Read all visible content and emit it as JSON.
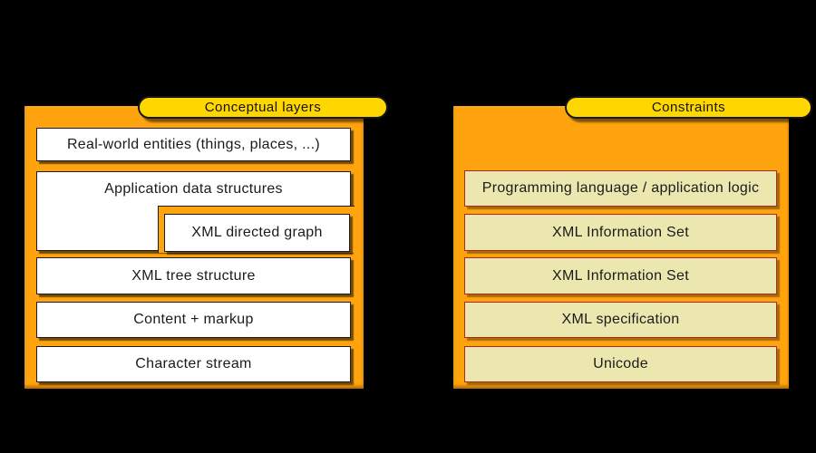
{
  "canvas": {
    "background": "#000000"
  },
  "colors": {
    "panel_orange": "#FFA40E",
    "tab_yellow": "#FFD700",
    "tab_border": "#161616",
    "layer_box_fill": "#FFFFFF",
    "layer_box_border": "#1C1C1C",
    "constraint_box_fill": "#ECE7AE",
    "constraint_box_border": "#A52A2A",
    "text": "#1B1B1B"
  },
  "left_panel": {
    "tab_label": "Conceptual layers",
    "boxes": [
      "Real-world entities (things, places, ...)",
      "Application data structures",
      "XML directed graph",
      "XML tree structure",
      "Content + markup",
      "Character stream"
    ]
  },
  "right_panel": {
    "tab_label": "Constraints",
    "boxes": [
      "Programming language / application logic",
      "XML Information Set",
      "XML Information Set",
      "XML specification",
      "Unicode"
    ]
  }
}
